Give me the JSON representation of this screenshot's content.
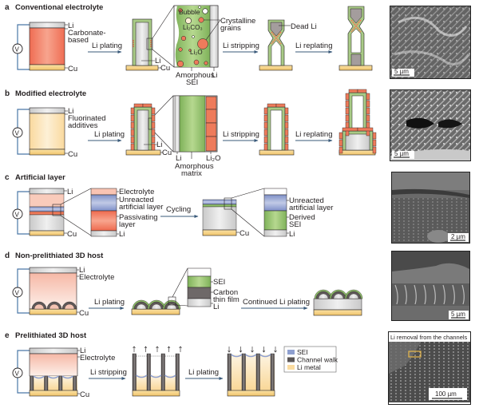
{
  "panels": {
    "a": {
      "letter": "a",
      "title": "Conventional electrolyte",
      "cell_labels": {
        "top": "Li",
        "electrolyte_1": "Carbonate-",
        "electrolyte_2": "based",
        "bottom": "Cu"
      },
      "voltmeter": "V",
      "step1": "Li plating",
      "step2": "Li stripping",
      "step3": "Li replating",
      "zoom_labels": {
        "bubble": "Bubble",
        "li2co3": "Li₂CO₃",
        "li2o": "Li₂O",
        "crystalline_1": "Crystalline",
        "crystalline_2": "grains",
        "amorphous_1": "Amorphous",
        "amorphous_2": "SEI",
        "li": "Li"
      },
      "electrode_labels": {
        "li": "Li",
        "cu": "Cu"
      },
      "dead_li": "Dead Li",
      "scale_bar": "5 µm"
    },
    "b": {
      "letter": "b",
      "title": "Modified electrolyte",
      "cell_labels": {
        "top": "Li",
        "electrolyte_1": "Fluorinated",
        "electrolyte_2": "additives",
        "bottom": "Cu"
      },
      "voltmeter": "V",
      "step1": "Li plating",
      "step2": "Li stripping",
      "step3": "Li replating",
      "zoom_labels": {
        "li": "Li",
        "li2o": "Li₂O",
        "amorphous_1": "Amorphous",
        "amorphous_2": "matrix"
      },
      "electrode_labels": {
        "li": "Li",
        "cu": "Cu"
      },
      "scale_bar": "5 µm"
    },
    "c": {
      "letter": "c",
      "title": "Artificial layer",
      "cell_labels": {
        "top": "Li",
        "bottom": "Cu"
      },
      "voltmeter": "V",
      "zoom1_labels": {
        "electrolyte": "Electrolyte",
        "unreacted_1": "Unreacted",
        "unreacted_2": "artificial layer",
        "passivating_1": "Passivating",
        "passivating_2": "layer",
        "li": "Li"
      },
      "step1": "Cycling",
      "after_labels": {
        "cu": "Cu"
      },
      "zoom2_labels": {
        "unreacted_1": "Unreacted",
        "unreacted_2": "artificial layer",
        "derived_1": "Derived",
        "derived_2": "SEI",
        "li": "Li"
      },
      "scale_bar": "2 µm"
    },
    "d": {
      "letter": "d",
      "title": "Non-prelithiated 3D host",
      "cell_labels": {
        "top": "Li",
        "electrolyte": "Electrolyte",
        "bottom": "Cu"
      },
      "voltmeter": "V",
      "step1": "Li plating",
      "zoom_labels": {
        "sei": "SEI",
        "carbon_1": "Carbon",
        "carbon_2": "thin film",
        "li": "Li"
      },
      "step2": "Continued Li plating",
      "scale_bar": "5 µm"
    },
    "e": {
      "letter": "e",
      "title": "Prelithiated 3D host",
      "cell_labels": {
        "top": "Li",
        "electrolyte": "Electrolyte",
        "bottom": "Cu"
      },
      "voltmeter": "V",
      "step1": "Li stripping",
      "step2": "Li plating",
      "legend": [
        {
          "label": "SEI",
          "color": "#8fa0d0"
        },
        {
          "label": "Channel walk",
          "color": "#5a5555"
        },
        {
          "label": "Li metal",
          "color": "#fbdca0"
        }
      ],
      "sem_caption": "Li removal from the channels",
      "scale_bar": "100 µm"
    }
  },
  "colors": {
    "li": "#dcdcdc",
    "cu": "#f5d17f",
    "carbonate": "#f07a5e",
    "fluorinated": "#fbe3b5",
    "sei_green": "#8fc06a",
    "li2o": "#ee7b5b",
    "artificial_blue": "#8fa0d0",
    "arrow": "#3a5a7a",
    "wire": "#4a78a8"
  }
}
